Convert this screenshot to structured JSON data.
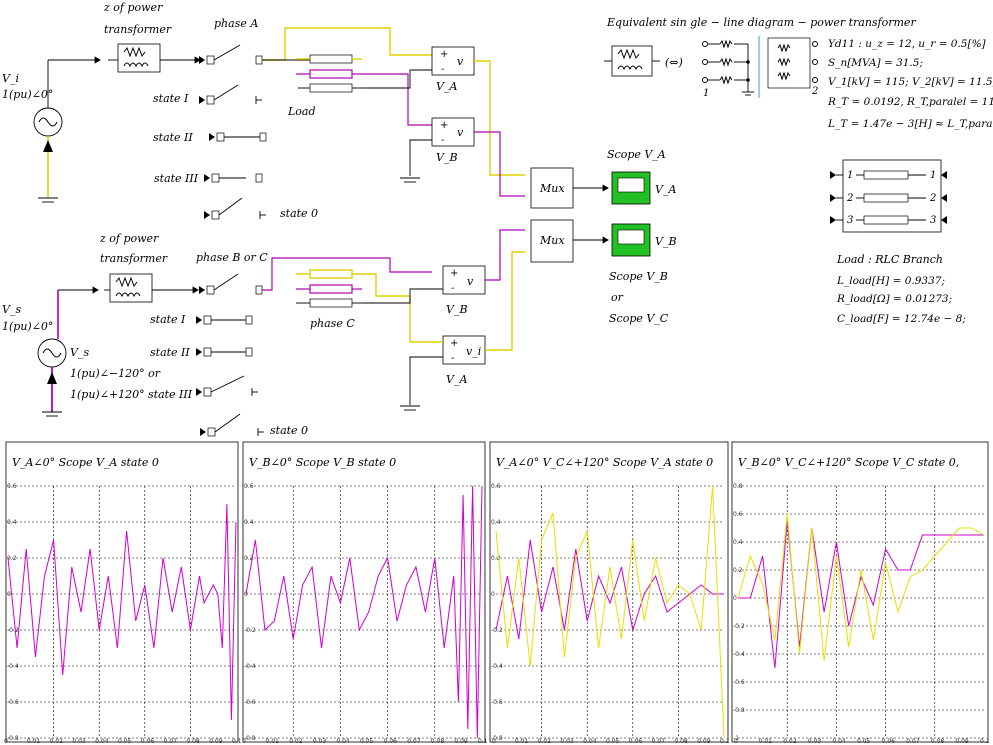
{
  "diagram": {
    "top_circuit": {
      "source_label": "V_i",
      "source_value": "1(pu)∠0°",
      "transformer_title": "z of power",
      "transformer_subtitle": "transformer",
      "phase_label": "phase A",
      "states": [
        "state I",
        "state II",
        "state III",
        "state 0"
      ],
      "load_label": "Load",
      "meter_a": "V_A",
      "meter_b": "V_B",
      "meter_sym": "v"
    },
    "bottom_circuit": {
      "source_label": "V_s",
      "source_value": "1(pu)∠0°",
      "source_v": "V_s",
      "alt_angle_1": "1(pu)∠−120° or",
      "alt_angle_2": "1(pu)∠+120°",
      "transformer_title": "z of power",
      "transformer_subtitle": "transformer",
      "phase_label": "phase B or C",
      "states": [
        "state I",
        "state II",
        "state III",
        "state 0"
      ],
      "phase_c_label": "phase C",
      "meter_b": "V_B",
      "meter_a": "V_A",
      "meter_sym": "v",
      "meter_sym_i": "v_i"
    },
    "mux": [
      "Mux",
      "Mux"
    ],
    "scopes": {
      "scope_a_title": "Scope V_A",
      "scope_a_out": "V_A",
      "scope_b_out": "V_B",
      "scope_b_caption_1": "Scope V_B",
      "scope_b_caption_2": "or",
      "scope_b_caption_3": "Scope V_C"
    },
    "equivalent": {
      "title": "Equivalent sin gle − line diagram − power transformer",
      "equiv_symbol": "(⇔)",
      "params": [
        "Yd11 : u_z = 12, u_r = 0.5[%]",
        "S_n[MVA] = 31.5;",
        "V_1[kV] = 115;  V_2[kV] = 11.5;",
        "R_T = 0.0192, R_T,paralel = 11[Ω]",
        "L_T = 1.47e − 3[H] ≈ L_T,paralel"
      ],
      "port_1": "1",
      "port_2": "2"
    },
    "load_block": {
      "ports_left": [
        "1",
        "2",
        "3"
      ],
      "ports_right": [
        "1",
        "2",
        "3"
      ],
      "title": "Load : RLC Branch",
      "params": [
        "L_load[H] = 0.9337;",
        "R_load[Ω] = 0.01273;",
        "C_load[F] = 12.74e − 8;"
      ]
    }
  },
  "chart_data": [
    {
      "type": "line",
      "title": "V_A∠0°    Scope V_A    state 0",
      "x_ticks": [
        "0",
        "0.01",
        "0.02",
        "0.03",
        "0.04",
        "0.05",
        "0.06",
        "0.07",
        "0.08",
        "0.09",
        "0.1"
      ],
      "y_ticks": [
        "0.6",
        "0.4",
        "0.2",
        "0",
        "-0.2",
        "-0.4",
        "-0.6",
        "-0.8"
      ],
      "xlim": [
        0,
        0.1
      ],
      "ylim": [
        -0.8,
        0.6
      ],
      "grid": true,
      "series": [
        {
          "color": "#d000d0",
          "x": [
            0.0,
            0.004,
            0.008,
            0.012,
            0.016,
            0.02,
            0.024,
            0.028,
            0.032,
            0.036,
            0.04,
            0.044,
            0.048,
            0.052,
            0.056,
            0.06,
            0.064,
            0.068,
            0.072,
            0.076,
            0.08,
            0.084,
            0.086,
            0.088,
            0.09,
            0.092,
            0.094,
            0.096,
            0.098,
            0.1
          ],
          "values": [
            0.2,
            -0.3,
            0.25,
            -0.35,
            0.1,
            0.3,
            -0.45,
            0.15,
            -0.1,
            0.25,
            -0.2,
            0.1,
            -0.3,
            0.35,
            -0.15,
            0.05,
            -0.3,
            0.2,
            -0.1,
            0.15,
            -0.2,
            0.1,
            -0.05,
            0.0,
            0.05,
            0.0,
            -0.3,
            0.5,
            -0.7,
            0.4
          ]
        }
      ]
    },
    {
      "type": "line",
      "title": "V_B∠0°    Scope V_B    state 0",
      "x_ticks": [
        "0",
        "0.01",
        "0.02",
        "0.03",
        "0.04",
        "0.05",
        "0.06",
        "0.07",
        "0.08",
        "0.09",
        "0.1"
      ],
      "y_ticks": [
        "0.6",
        "0.4",
        "0.2",
        "0",
        "-0.2",
        "-0.4",
        "-0.6",
        "-0.8"
      ],
      "xlim": [
        0,
        0.1
      ],
      "ylim": [
        -0.8,
        0.6
      ],
      "grid": true,
      "series": [
        {
          "color": "#d000d0",
          "x": [
            0.0,
            0.004,
            0.008,
            0.012,
            0.016,
            0.02,
            0.024,
            0.028,
            0.032,
            0.036,
            0.04,
            0.044,
            0.048,
            0.052,
            0.056,
            0.06,
            0.064,
            0.068,
            0.072,
            0.076,
            0.08,
            0.084,
            0.088,
            0.09,
            0.092,
            0.094,
            0.096,
            0.098,
            0.1
          ],
          "values": [
            0.0,
            0.3,
            -0.2,
            -0.15,
            0.1,
            -0.25,
            0.05,
            0.15,
            -0.3,
            0.1,
            -0.05,
            0.2,
            -0.2,
            -0.1,
            0.1,
            0.2,
            -0.15,
            0.05,
            0.15,
            -0.1,
            0.2,
            -0.3,
            0.1,
            -0.6,
            0.55,
            -0.75,
            0.6,
            -0.8,
            0.6
          ]
        }
      ]
    },
    {
      "type": "line",
      "title": "V_A∠0°   V_C∠+120°   Scope V_A   state 0",
      "x_ticks": [
        "0",
        "0.01",
        "0.02",
        "0.03",
        "0.04",
        "0.05",
        "0.06",
        "0.07",
        "0.08",
        "0.09",
        "0.1"
      ],
      "y_ticks": [
        "0.6",
        "0.4",
        "0.2",
        "0",
        "-0.2",
        "-0.4",
        "-0.6",
        "-0.8"
      ],
      "xlim": [
        0,
        0.1
      ],
      "ylim": [
        -0.8,
        0.6
      ],
      "grid": true,
      "series": [
        {
          "color": "#d000d0",
          "x": [
            0.0,
            0.005,
            0.01,
            0.015,
            0.02,
            0.025,
            0.03,
            0.035,
            0.04,
            0.045,
            0.05,
            0.055,
            0.06,
            0.065,
            0.07,
            0.075,
            0.08,
            0.085,
            0.09,
            0.095,
            0.1
          ],
          "values": [
            -0.2,
            0.1,
            -0.25,
            0.3,
            -0.1,
            0.15,
            -0.2,
            0.25,
            -0.15,
            0.1,
            -0.05,
            0.15,
            -0.2,
            0.0,
            0.1,
            -0.1,
            -0.05,
            0.0,
            0.05,
            0.0,
            0.0
          ]
        },
        {
          "color": "#e8e000",
          "x": [
            0.0,
            0.005,
            0.01,
            0.015,
            0.02,
            0.025,
            0.03,
            0.035,
            0.04,
            0.045,
            0.05,
            0.055,
            0.06,
            0.065,
            0.07,
            0.075,
            0.08,
            0.085,
            0.09,
            0.095,
            0.1
          ],
          "values": [
            0.35,
            -0.3,
            0.2,
            -0.4,
            0.3,
            0.45,
            -0.35,
            0.2,
            0.35,
            -0.3,
            0.15,
            -0.25,
            0.3,
            -0.15,
            0.2,
            -0.05,
            0.05,
            0.0,
            -0.2,
            0.6,
            -0.8
          ]
        }
      ]
    },
    {
      "type": "line",
      "title": "V_B∠0°   V_C∠+120°  Scope V_C   state 0,",
      "x_ticks": [
        "0",
        "0.01",
        "0.02",
        "0.03",
        "0.04",
        "0.05",
        "0.06",
        "0.07",
        "0.08",
        "0.09",
        "0.1"
      ],
      "y_ticks": [
        "0.8",
        "0.6",
        "0.4",
        "0.2",
        "0",
        "-0.2",
        "-0.4",
        "-0.6",
        "-0.8",
        "-1"
      ],
      "xlim": [
        0,
        0.1
      ],
      "ylim": [
        -1,
        0.8
      ],
      "grid": true,
      "series": [
        {
          "color": "#d000d0",
          "x": [
            0.0,
            0.005,
            0.01,
            0.015,
            0.02,
            0.025,
            0.03,
            0.035,
            0.04,
            0.045,
            0.05,
            0.055,
            0.06,
            0.065,
            0.07,
            0.075,
            0.08,
            0.085,
            0.09,
            0.095,
            0.1
          ],
          "values": [
            0.0,
            0.0,
            0.3,
            -0.5,
            0.55,
            -0.35,
            0.5,
            -0.1,
            0.4,
            -0.2,
            0.15,
            -0.05,
            0.35,
            0.2,
            0.2,
            0.45,
            0.45,
            0.45,
            0.45,
            0.45,
            0.45
          ]
        },
        {
          "color": "#e8e000",
          "x": [
            0.0,
            0.005,
            0.01,
            0.015,
            0.02,
            0.025,
            0.03,
            0.035,
            0.04,
            0.045,
            0.05,
            0.055,
            0.06,
            0.065,
            0.07,
            0.075,
            0.08,
            0.085,
            0.09,
            0.095,
            0.1
          ],
          "values": [
            0.0,
            0.3,
            0.1,
            -0.3,
            0.6,
            -0.4,
            0.5,
            -0.45,
            0.3,
            -0.35,
            0.2,
            -0.3,
            0.25,
            -0.1,
            0.15,
            0.2,
            0.3,
            0.4,
            0.5,
            0.5,
            0.45
          ]
        }
      ]
    }
  ]
}
